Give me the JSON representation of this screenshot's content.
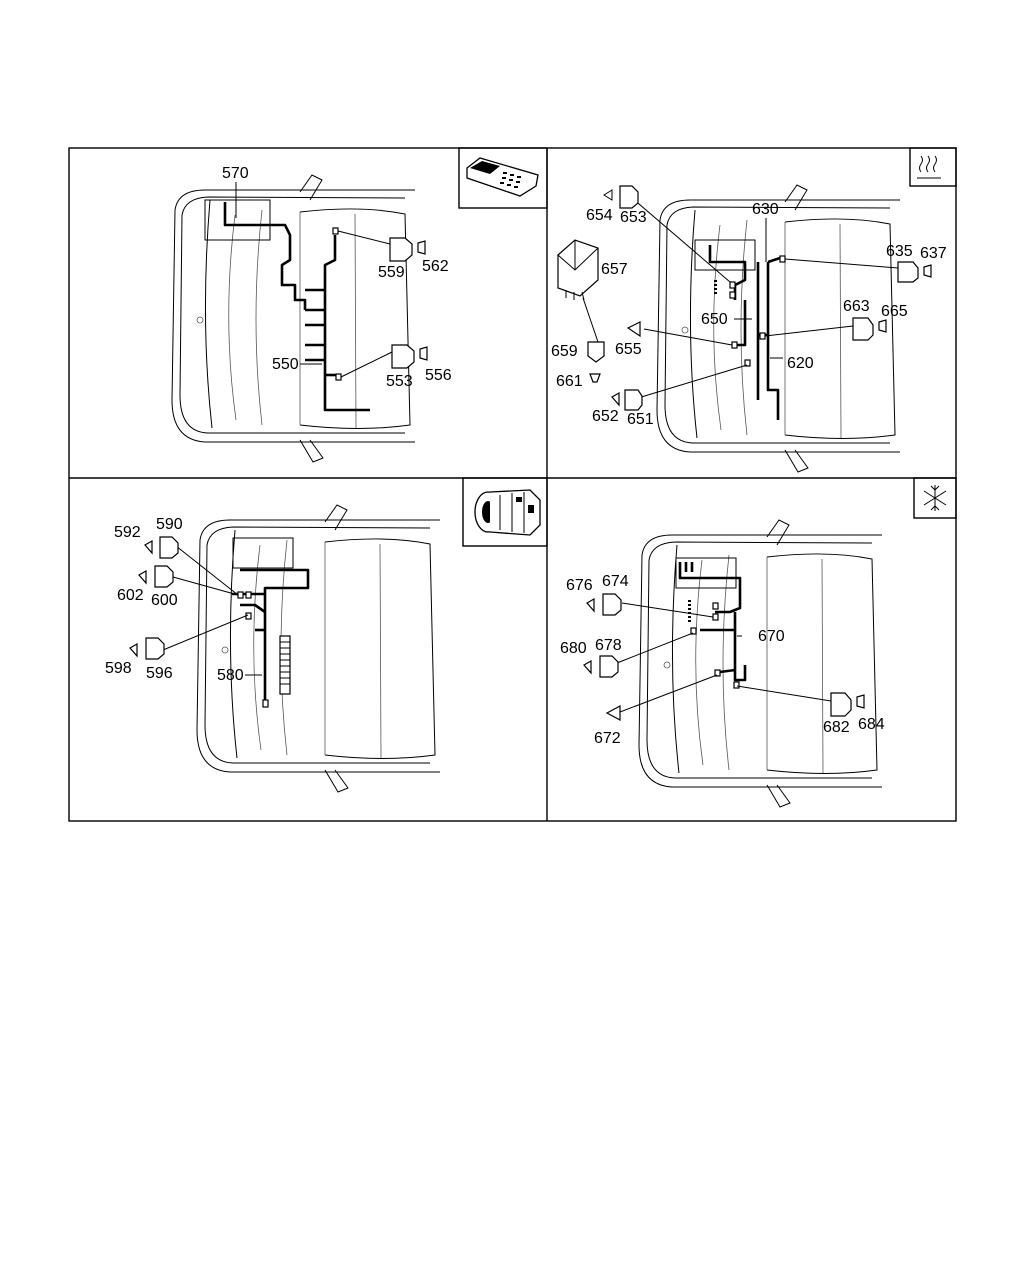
{
  "panels": [
    {
      "id": "tl",
      "icon": "phone-icon",
      "labels": [
        "570",
        "559",
        "562",
        "550",
        "553",
        "556"
      ]
    },
    {
      "id": "tr",
      "icon": "heater-icon",
      "labels": [
        "654",
        "653",
        "630",
        "657",
        "635",
        "637",
        "663",
        "665",
        "650",
        "655",
        "659",
        "620",
        "661",
        "652",
        "651"
      ]
    },
    {
      "id": "bl",
      "icon": "transmission-icon",
      "labels": [
        "592",
        "590",
        "602",
        "600",
        "598",
        "596",
        "580"
      ]
    },
    {
      "id": "br",
      "icon": "snowflake-icon",
      "labels": [
        "676",
        "674",
        "670",
        "680",
        "678",
        "682",
        "684",
        "672"
      ]
    }
  ]
}
